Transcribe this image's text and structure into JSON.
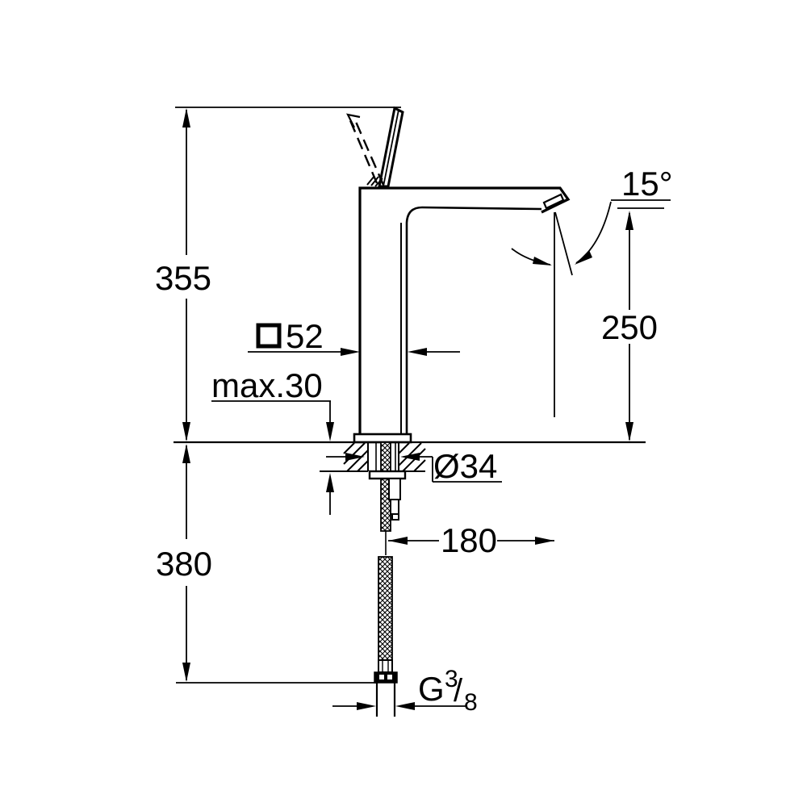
{
  "title": "faucet-dimension-drawing",
  "colors": {
    "line": "#000000",
    "background": "#ffffff"
  },
  "labels": {
    "overall_height": "355",
    "below_counter_depth": "380",
    "counter_max_thickness": "max.30",
    "body_width": "52",
    "mount_hole_diameter": "Ø34",
    "spout_projection": "180",
    "spout_outlet_height": "250",
    "spout_angle": "15°",
    "thread_g": "G",
    "thread_numerator": "3",
    "thread_slash": "/",
    "thread_denominator": "8"
  }
}
